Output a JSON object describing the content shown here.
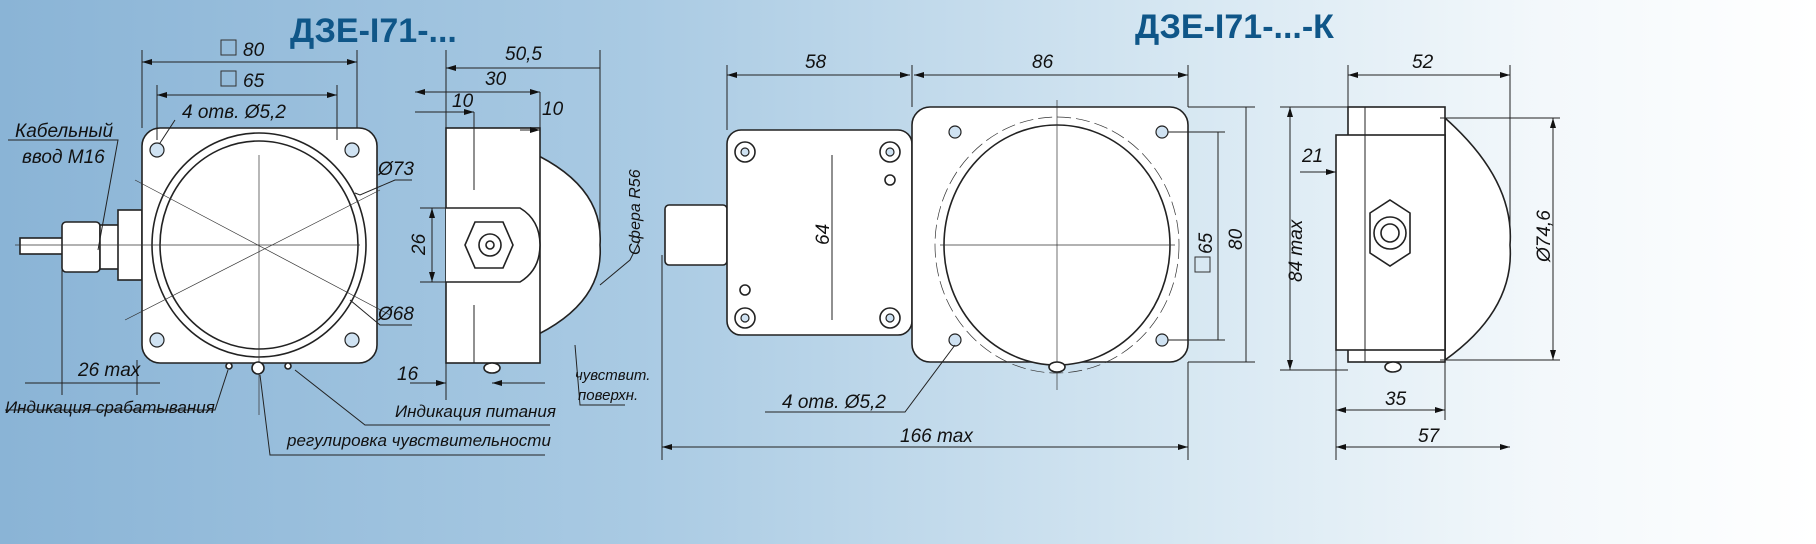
{
  "titles": {
    "left": "ДЗЕ-I71-...",
    "right": "ДЗЕ-I71-...-К"
  },
  "left_view": {
    "dim_80": "80",
    "dim_65": "65",
    "holes": "4 отв. Ø5,2",
    "cable_1": "Кабельный",
    "cable_2": "ввод М16",
    "d73": "Ø73",
    "d68": "Ø68",
    "dim_26max": "26 max",
    "ind_trigger": "Индикация срабатывания",
    "ind_power": "Индикация питания",
    "sensitivity_adj": "регулировка чувствительности"
  },
  "side_view": {
    "dim_50_5": "50,5",
    "dim_30": "30",
    "dim_10a": "10",
    "dim_10b": "10",
    "dim_26": "26",
    "dim_16": "16",
    "sphere": "Сфера R56",
    "sens_1": "чувствит.",
    "sens_2": "поверхн."
  },
  "k_view": {
    "dim_58": "58",
    "dim_86": "86",
    "dim_64": "64",
    "dim_65": "65",
    "dim_80": "80",
    "holes": "4 отв. Ø5,2",
    "dim_166": "166 max"
  },
  "k_side": {
    "dim_52": "52",
    "dim_21": "21",
    "dim_84": "84  max",
    "d746": "Ø74,6",
    "dim_35": "35",
    "dim_57": "57"
  }
}
